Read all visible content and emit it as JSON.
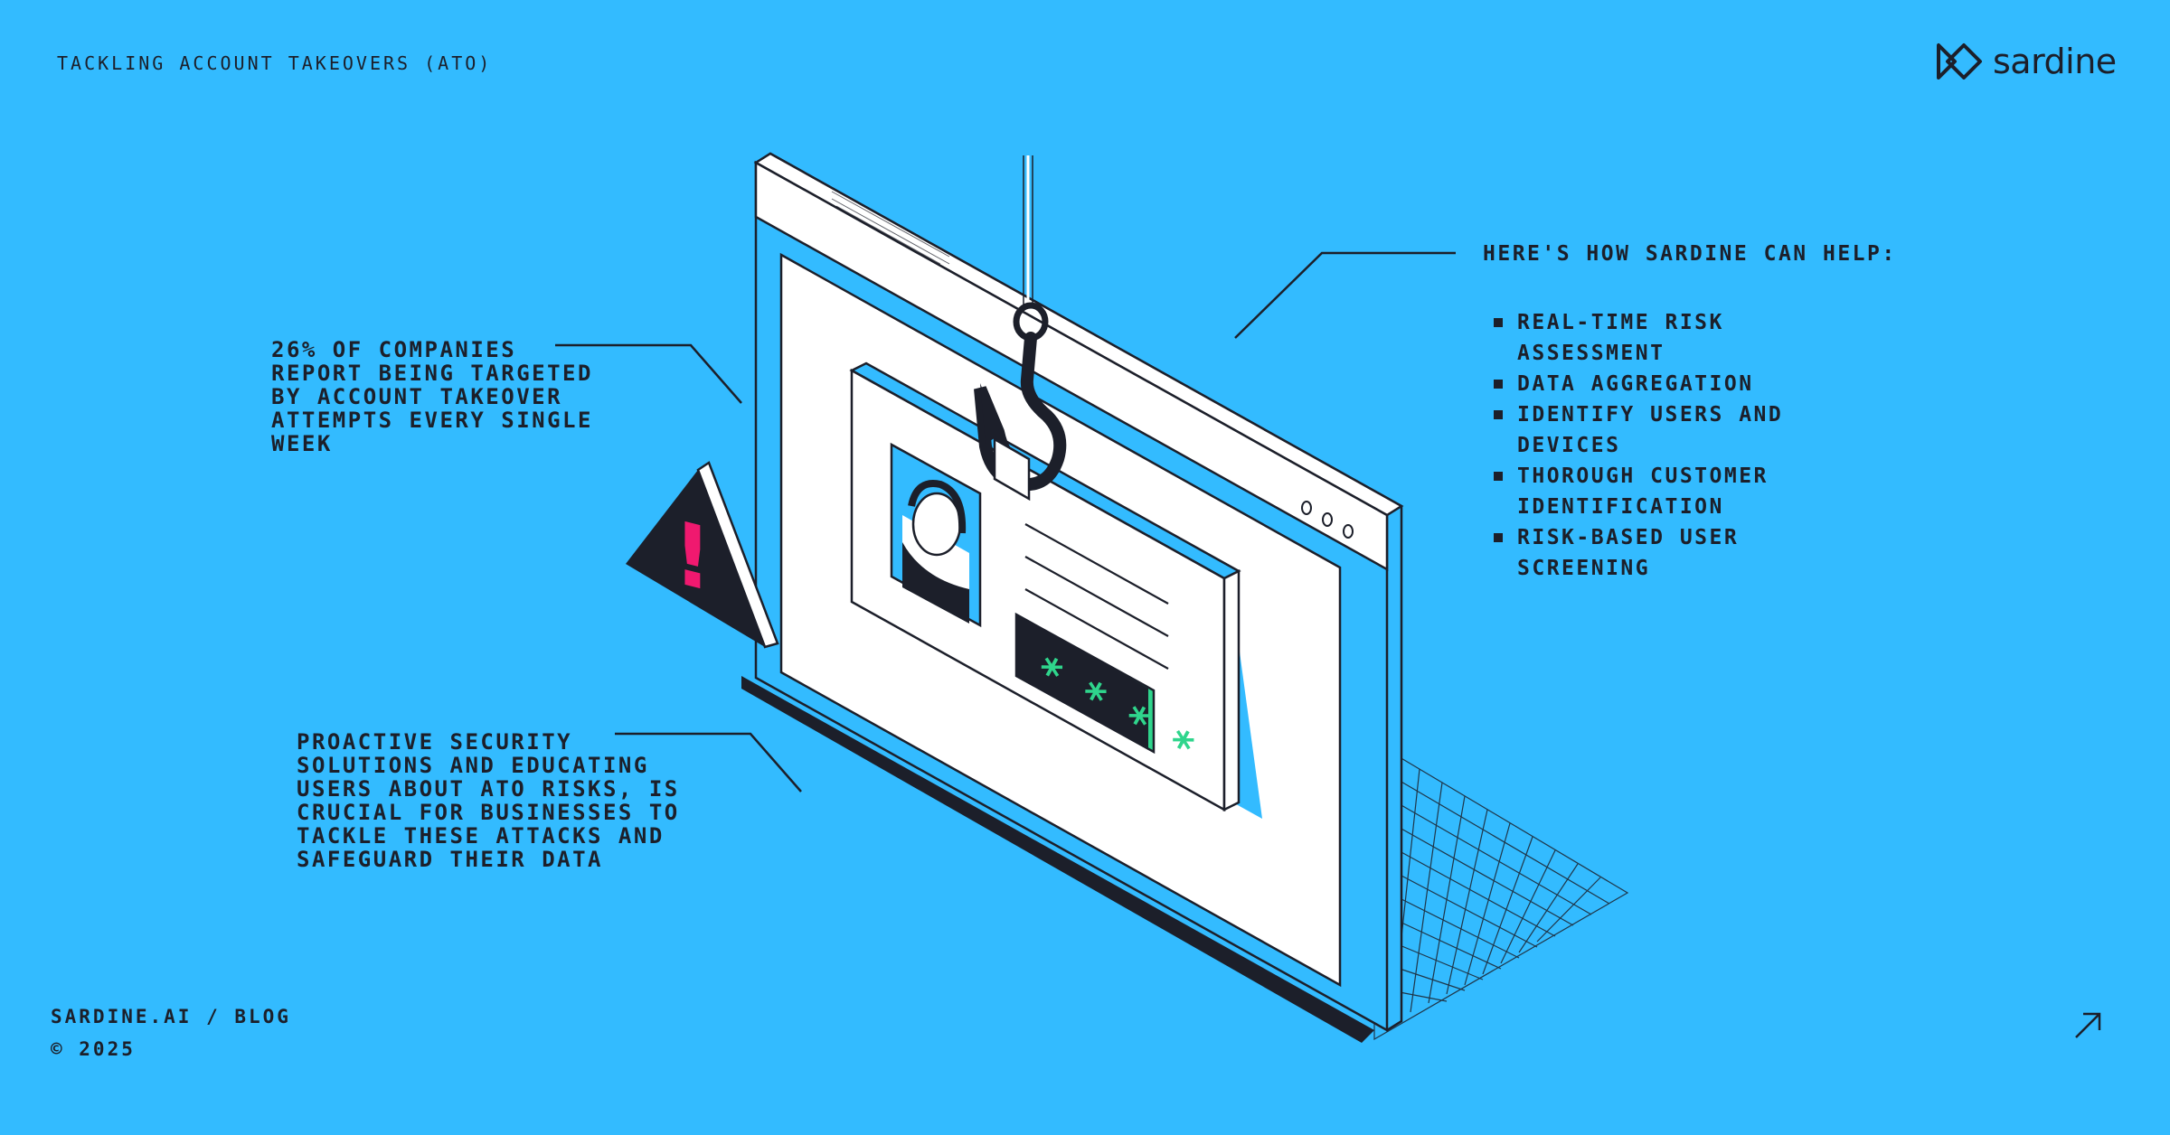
{
  "header": {
    "title": "TACKLING ACCOUNT TAKEOVERS (ATO)"
  },
  "brand": {
    "name": "sardine",
    "icon": "sardine-logo-icon"
  },
  "callouts": {
    "stat": "26% OF COMPANIES REPORT BEING TARGETED BY ACCOUNT TAKEOVER ATTEMPTS EVERY SINGLE WEEK",
    "note": "PROACTIVE SECURITY SOLUTIONS AND EDUCATING USERS ABOUT ATO RISKS, IS CRUCIAL FOR BUSINESSES TO TACKLE THESE ATTACKS AND SAFEGUARD THEIR DATA"
  },
  "help": {
    "heading": "HERE'S HOW SARDINE CAN HELP:",
    "items": [
      "REAL-TIME RISK ASSESSMENT",
      "DATA AGGREGATION",
      "IDENTIFY USERS AND DEVICES",
      "THOROUGH CUSTOMER IDENTIFICATION",
      "RISK-BASED USER SCREENING"
    ]
  },
  "illustration": {
    "password_mask": "* * * *",
    "warning_mark": "!"
  },
  "footer": {
    "link": "SARDINE.AI / BLOG",
    "copyright": "© 2025",
    "arrow_icon": "external-arrow-icon"
  },
  "colors": {
    "background": "#33bbff",
    "ink": "#1c1f2a",
    "paper": "#ffffff",
    "accent_green": "#2fd58c",
    "alert_pink": "#f0196f"
  }
}
